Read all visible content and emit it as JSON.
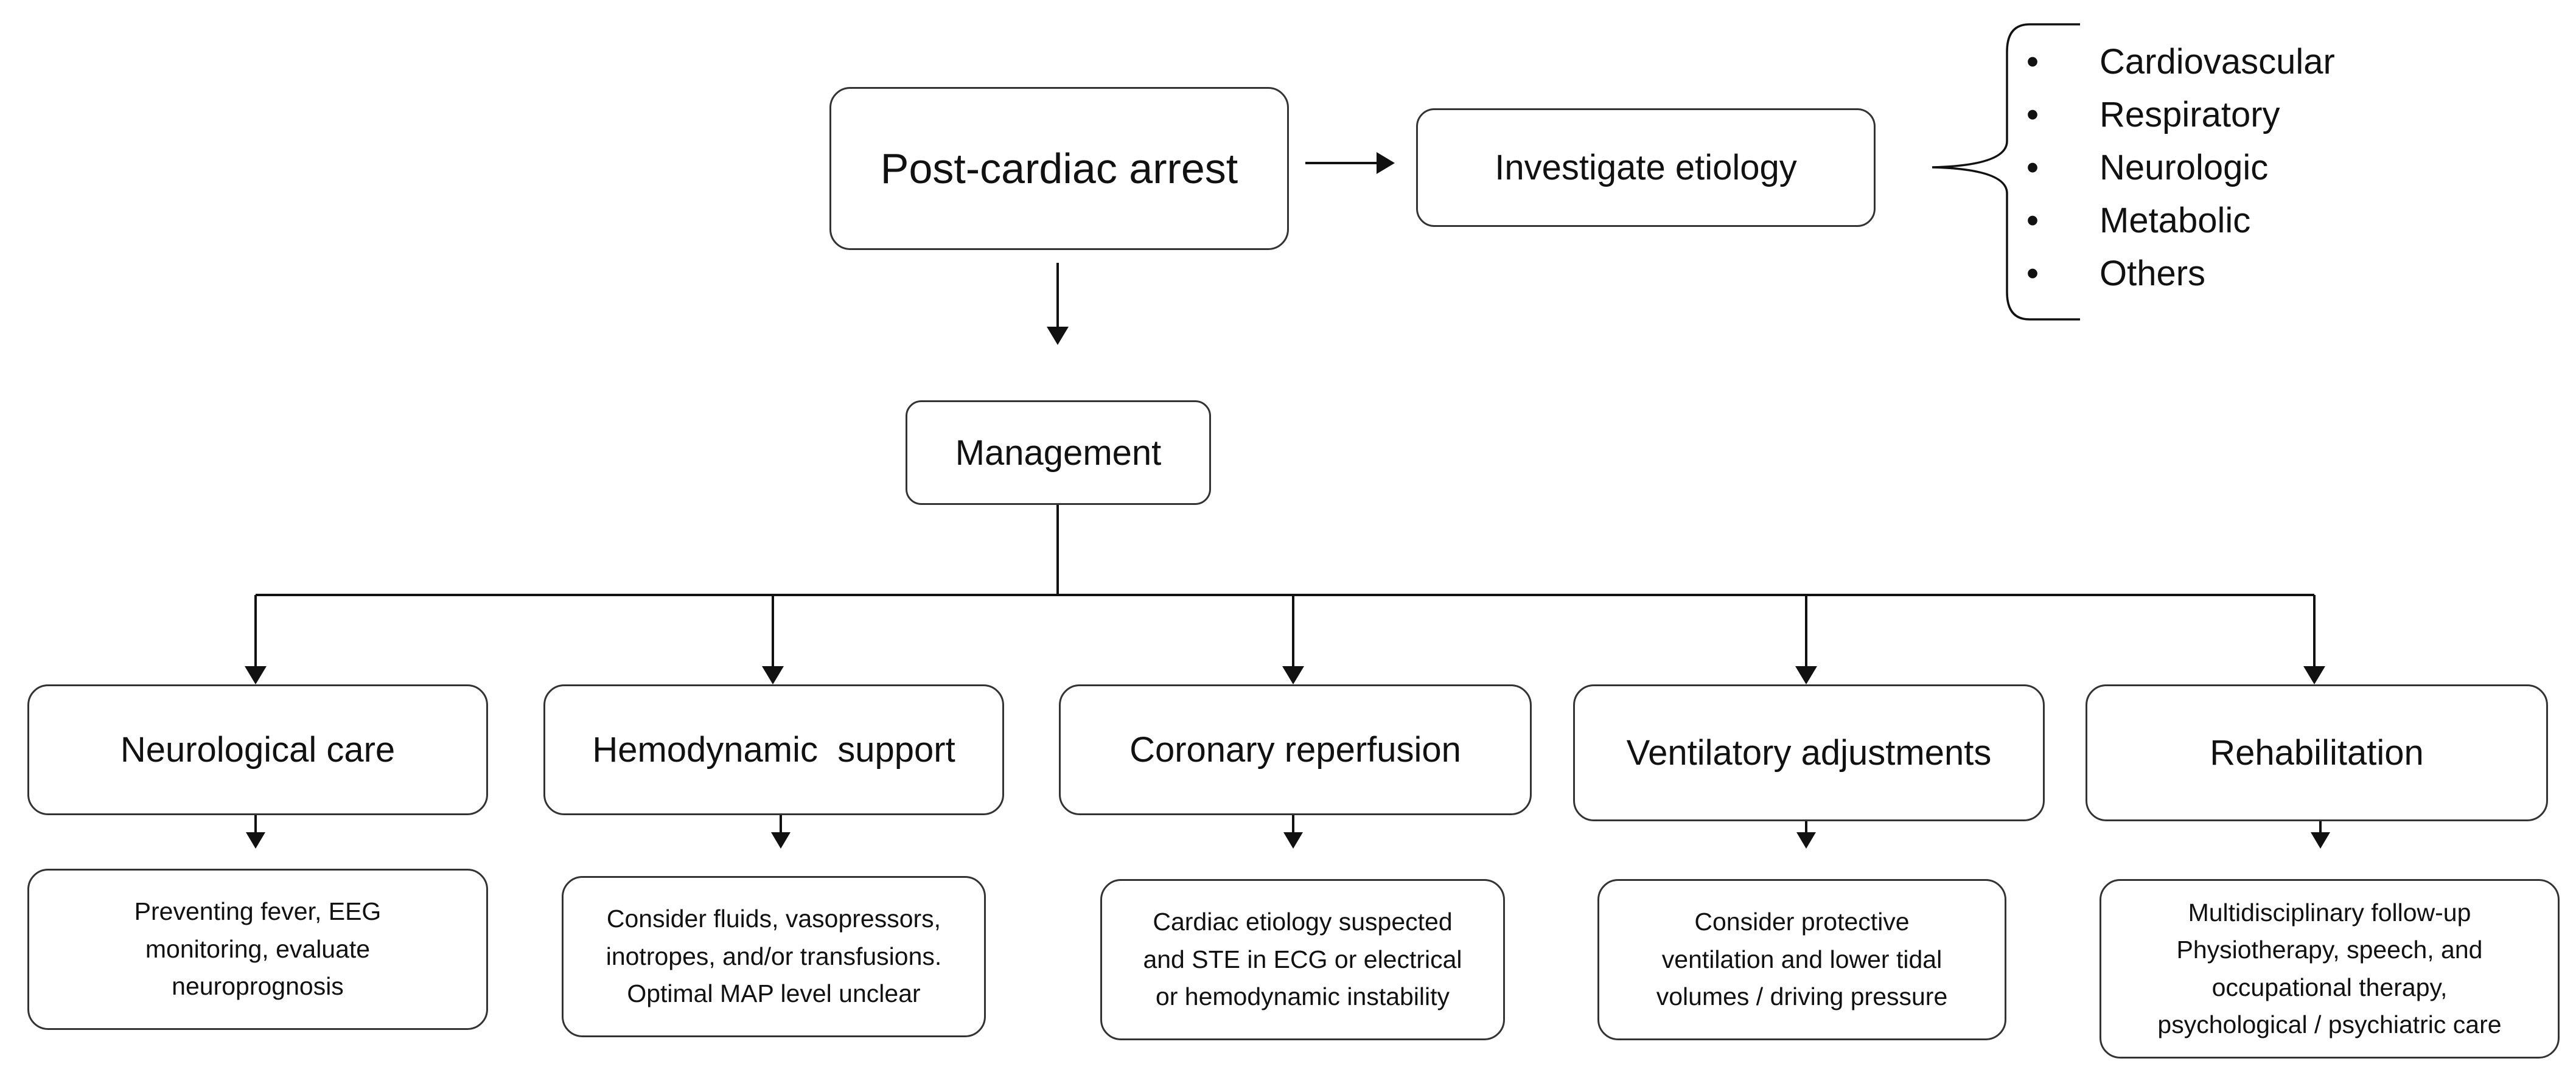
{
  "top": {
    "start_label": "Post-cardiac arrest",
    "investigate_label": "Investigate etiology",
    "management_label": "Management"
  },
  "etiologies": [
    {
      "bullet": "•",
      "label": "Cardiovascular"
    },
    {
      "bullet": "•",
      "label": "Respiratory"
    },
    {
      "bullet": "•",
      "label": "Neurologic"
    },
    {
      "bullet": "•",
      "label": "Metabolic"
    },
    {
      "bullet": "•",
      "label": "Others"
    }
  ],
  "branches": [
    {
      "title": "Neurological care",
      "detail": "Preventing fever, EEG\nmonitoring, evaluate\nneuroprognosis"
    },
    {
      "title": "Hemodynamic  support",
      "detail": "Consider fluids, vasopressors,\ninotropes, and/or transfusions.\nOptimal MAP level unclear"
    },
    {
      "title": "Coronary reperfusion",
      "detail": "Cardiac etiology suspected\nand STE in ECG or electrical\nor hemodynamic instability"
    },
    {
      "title": "Ventilatory adjustments",
      "detail": "Consider protective\nventilation and lower tidal\nvolumes / driving pressure"
    },
    {
      "title": "Rehabilitation",
      "detail": "Multidisciplinary follow-up\nPhysiotherapy, speech, and\noccupational therapy,\npsychological / psychiatric care"
    }
  ]
}
